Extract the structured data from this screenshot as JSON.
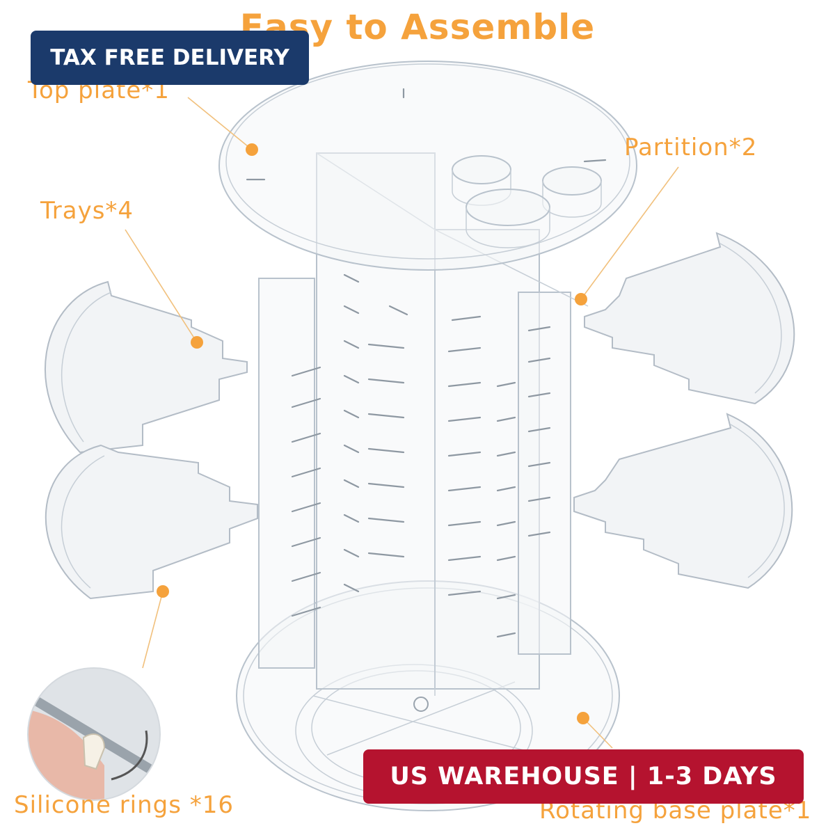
{
  "headline": "Easy to Assemble",
  "callouts": {
    "top_plate": "Top plate*1",
    "partition": "Partition*2",
    "trays": "Trays*4",
    "silicone_rings": "Silicone rings *16",
    "rotating_base": "Rotating base plate*1"
  },
  "badges": {
    "tax_free": "TAX FREE DELIVERY",
    "us_warehouse": "US WAREHOUSE | 1-3 DAYS"
  },
  "colors": {
    "accent_orange": "#f5a23c",
    "navy_badge": "#1b3a6b",
    "red_badge": "#b5132f",
    "acrylic_edge": "#b8c2cc"
  }
}
